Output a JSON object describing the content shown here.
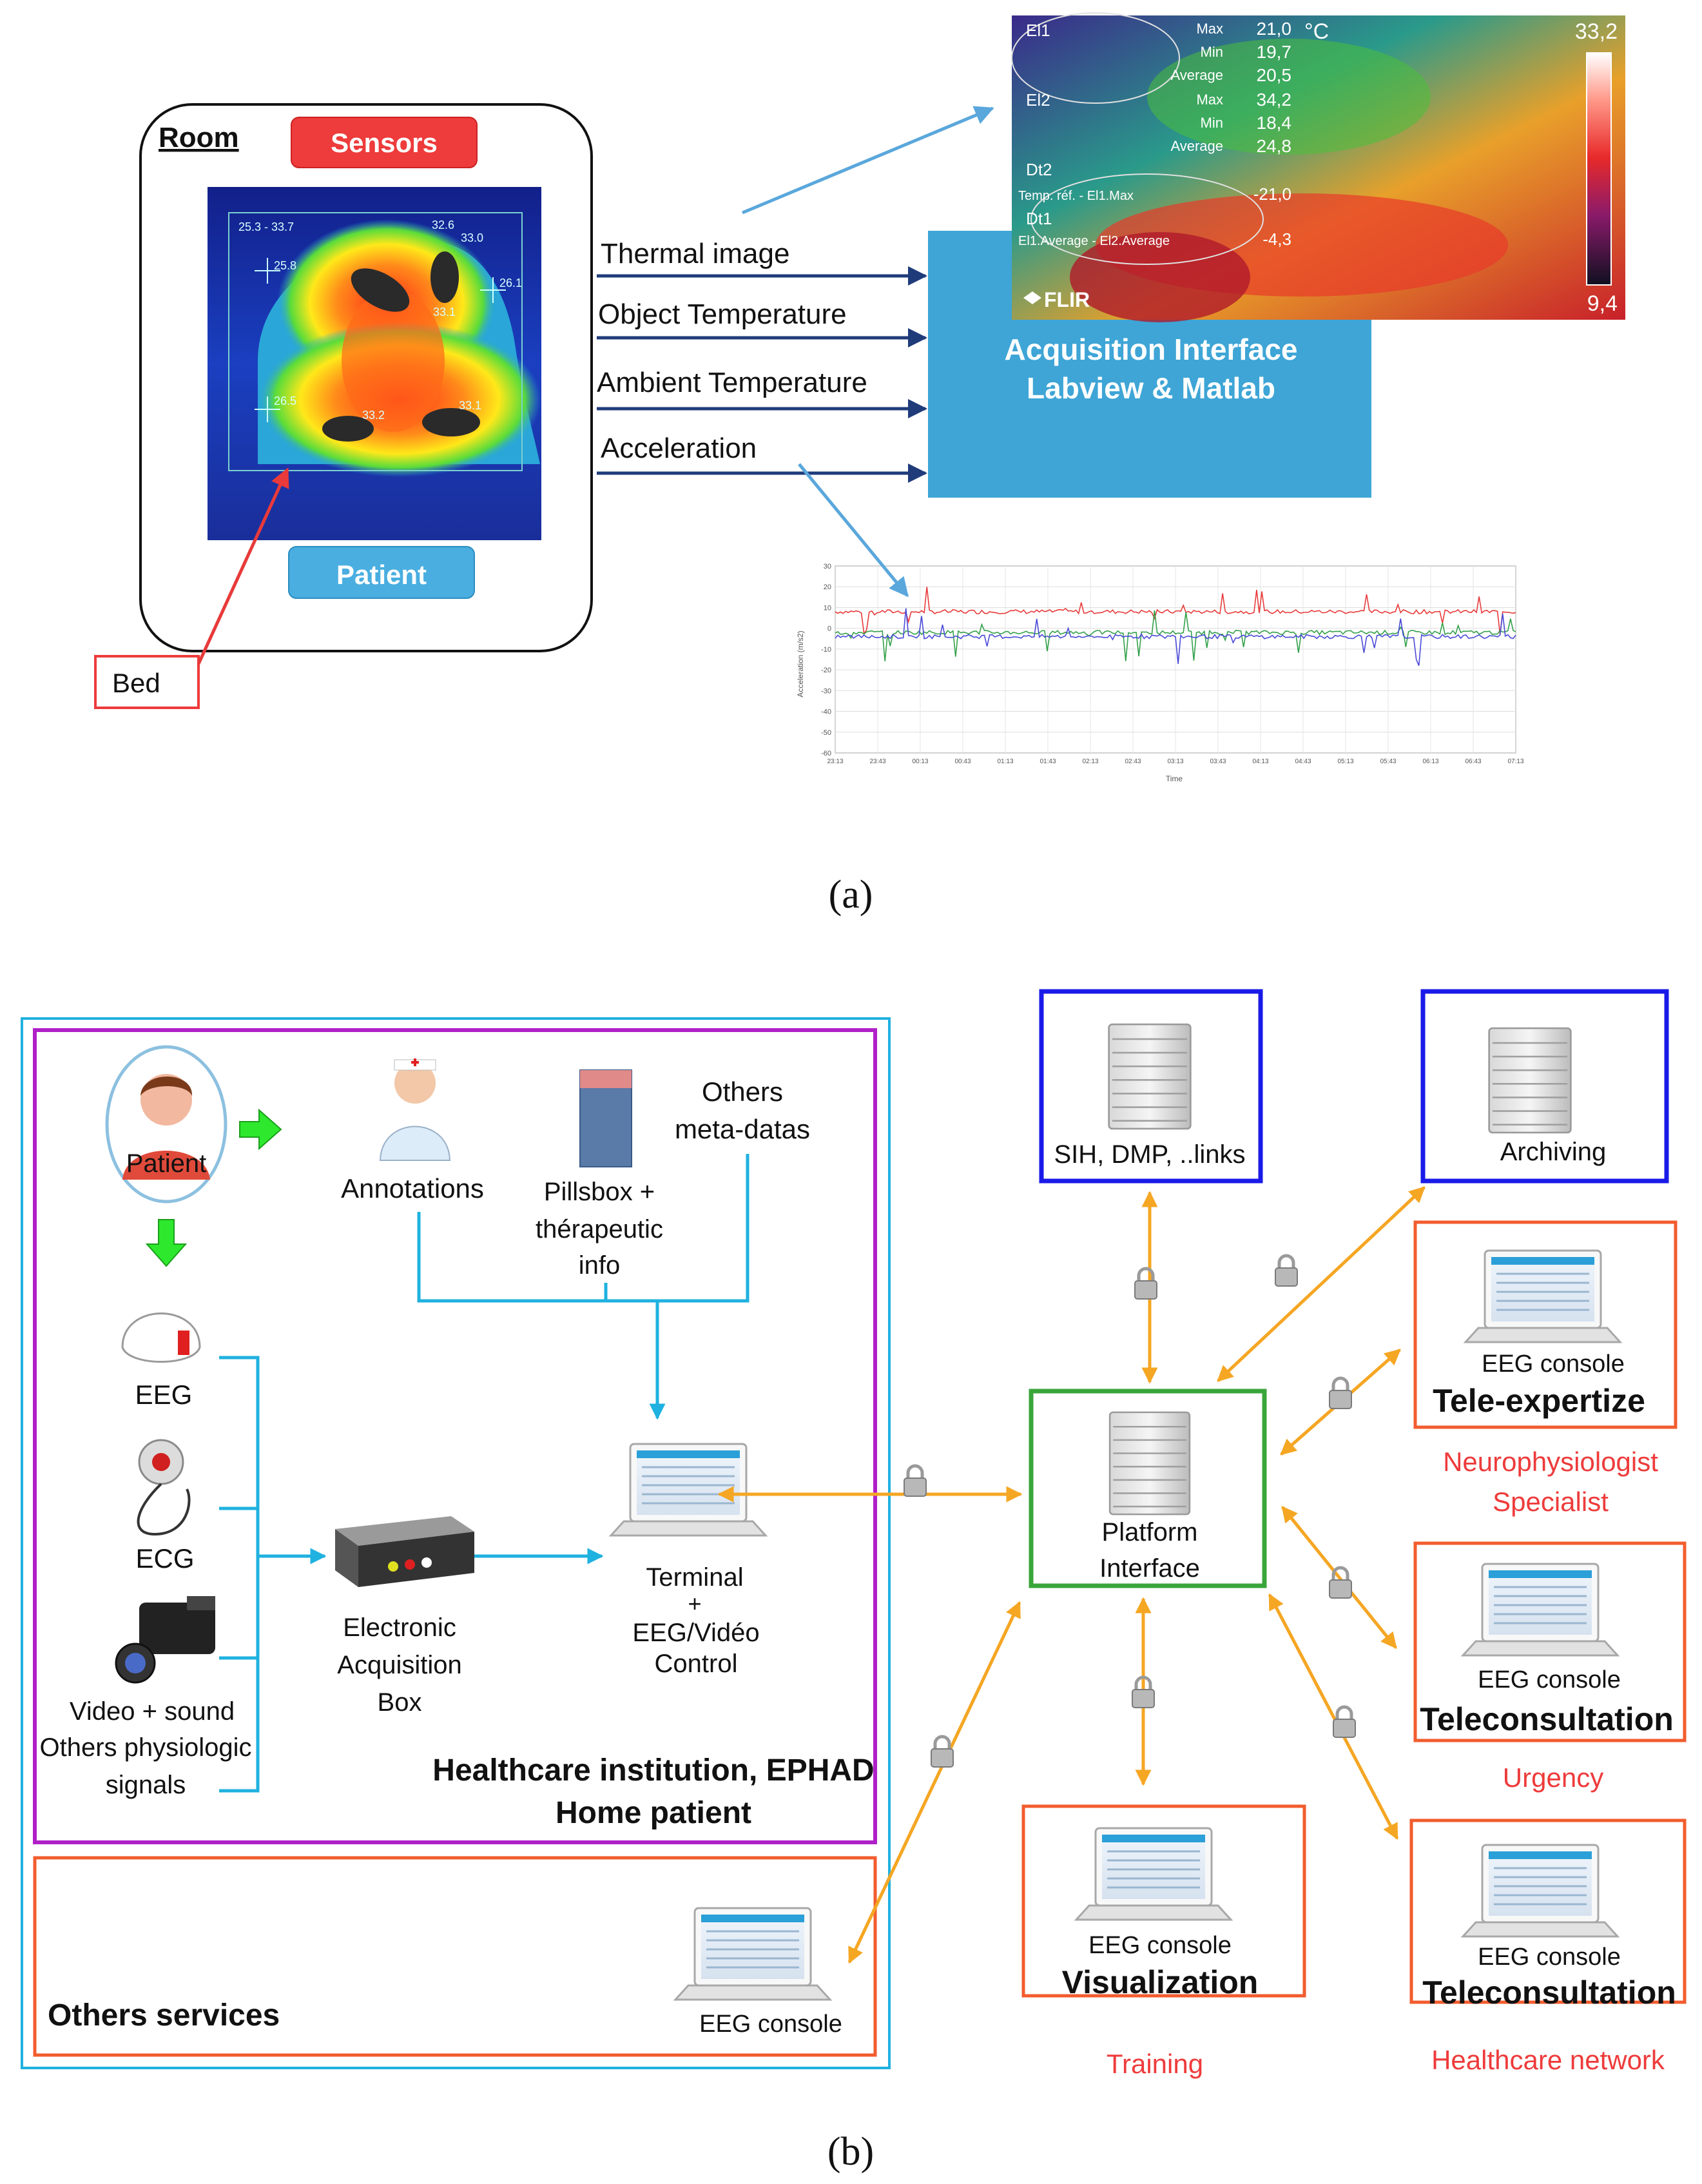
{
  "panel_a": {
    "caption": "(a)",
    "room_label": "Room",
    "sensors_label": "Sensors",
    "patient_label": "Patient",
    "bed_label": "Bed",
    "thermal_spot_labels": [
      "25.3 - 33.7",
      "32.6",
      "33.0",
      "25.8",
      "26.1",
      "33.1",
      "26.5",
      "33.2",
      "33.1"
    ],
    "signals": [
      "Thermal image",
      "Object Temperature",
      "Ambient Temperature",
      "Acceleration"
    ],
    "acquisition_line1": "Acquisition Interface",
    "acquisition_line2": "Labview & Matlab",
    "flir": {
      "el1": "El1",
      "el2": "El2",
      "dt2": "Dt2",
      "dt1": "Dt1",
      "max_label": "Max",
      "min_label": "Min",
      "avg_label": "Average",
      "el1_max": "21,0",
      "el1_min": "19,7",
      "el1_avg": "20,5",
      "el2_max": "34,2",
      "el2_min": "18,4",
      "el2_avg": "24,8",
      "unit": "°C",
      "temp_ref_label": "Temp. réf. - El1.Max",
      "temp_ref_value": "-21,0",
      "avg_diff_label": "El1.Average - El2.Average",
      "avg_diff_value": "-4,3",
      "scale_max": "33,2",
      "scale_min": "9,4",
      "brand": "FLIR"
    },
    "accel_chart": {
      "y_ticks": [
        "30",
        "20",
        "10",
        "0",
        "-10",
        "-20",
        "-30",
        "-40",
        "-50",
        "-60"
      ],
      "x_ticks": [
        "23:13",
        "23:43",
        "00:13",
        "00:43",
        "01:13",
        "01:43",
        "02:13",
        "02:43",
        "03:13",
        "03:43",
        "04:13",
        "04:43",
        "05:13",
        "05:43",
        "06:13",
        "06:43",
        "07:13"
      ],
      "xlabel": "Time",
      "ylabel": "Acceleration (m/s2)",
      "colors": {
        "x": "#e83a3a",
        "y": "#33a04a",
        "z": "#4a4ad8"
      }
    }
  },
  "panel_b": {
    "caption": "(b)",
    "patient_label": "Patient",
    "annotations_label": "Annotations",
    "pillbox_line1": "Pillsbox +",
    "pillbox_line2": "thérapeutic",
    "pillbox_line3": "info",
    "others_meta_line1": "Others",
    "others_meta_line2": "meta-datas",
    "eeg_label": "EEG",
    "ecg_label": "ECG",
    "video_line1": "Video + sound",
    "video_line2": "Others physiologic",
    "video_line3": "signals",
    "acq_box_line1": "Electronic",
    "acq_box_line2": "Acquisition",
    "acq_box_line3": "Box",
    "terminal_line1": "Terminal",
    "terminal_line2": "+",
    "terminal_line3": "EEG/Vidéo",
    "terminal_line4": "Control",
    "institution_line1": "Healthcare institution, EPHAD",
    "institution_line2": "Home patient",
    "others_services": "Others services",
    "eeg_console": "EEG console",
    "sih_label": "SIH, DMP, ..links",
    "archiving_label": "Archiving",
    "platform_line1": "Platform",
    "platform_line2": "Interface",
    "tele_expertize": "Tele-expertize",
    "neuro_line1": "Neurophysiologist",
    "neuro_line2": "Specialist",
    "teleconsultation": "Teleconsultation",
    "urgency": "Urgency",
    "visualization": "Visualization",
    "training": "Training",
    "healthcare_network": "Healthcare network",
    "colors": {
      "cyan": "#1fb1df",
      "orange": "#f5a623",
      "purple": "#b020c8",
      "red_orange": "#f25c2e",
      "blue": "#1a1ae8",
      "green": "#3aa53a"
    }
  }
}
